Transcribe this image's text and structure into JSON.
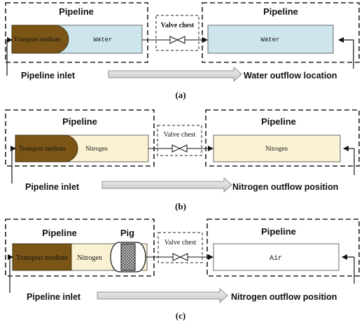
{
  "panels": [
    {
      "caption": "(a)",
      "left_box_title": "Pipeline",
      "right_box_title": "Pipeline",
      "transport_medium": "Transport medium",
      "left_fluid": "Water",
      "right_fluid": "Water",
      "valve_label": "Valve chest",
      "inlet_label": "Pipeline inlet",
      "outflow_label": "Water outflow location",
      "colors": {
        "medium": "#7a5516",
        "left_fill": "#cde6ee",
        "right_fill": "#cde6ee"
      }
    },
    {
      "caption": "(b)",
      "left_box_title": "Pipeline",
      "right_box_title": "Pipeline",
      "transport_medium": "Transport medium",
      "left_fluid": "Nitrogen",
      "right_fluid": "Nitrogen",
      "valve_label": "Valve chest",
      "inlet_label": "Pipeline inlet",
      "outflow_label": "Nitrogen outflow position",
      "colors": {
        "medium": "#7a5516",
        "left_fill": "#fbf2d4",
        "right_fill": "#fbf2d4"
      }
    },
    {
      "caption": "(c)",
      "left_box_title": "Pipeline",
      "pig_label": "Pig",
      "right_box_title": "Pipeline",
      "transport_medium": "Transport medium",
      "left_fluid": "Nitrogen",
      "right_fluid": "Air",
      "valve_label": "Valve chest",
      "inlet_label": "Pipeline inlet",
      "outflow_label": "Nitrogen outflow position",
      "colors": {
        "medium": "#7a5516",
        "left_fill": "#fbf2d4",
        "right_fill": "#ffffff"
      }
    }
  ]
}
